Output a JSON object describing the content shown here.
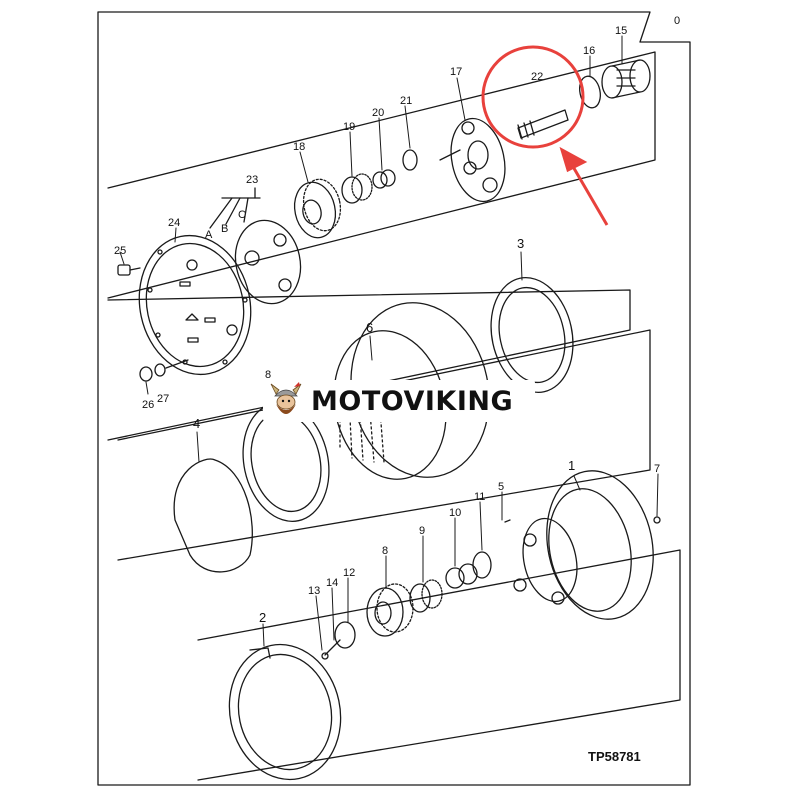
{
  "diagram": {
    "drawing_code": "TP58781",
    "corner_tab_label": "0",
    "part_labels": [
      "1",
      "2",
      "3",
      "4",
      "5",
      "6",
      "7",
      "8",
      "9",
      "10",
      "11",
      "12",
      "13",
      "14",
      "15",
      "16",
      "17",
      "18",
      "19",
      "20",
      "21",
      "22",
      "23",
      "24",
      "25",
      "26",
      "27"
    ],
    "sub_labels": [
      "A",
      "B",
      "C"
    ],
    "hidden_label_fragment": "8",
    "highlight": {
      "part": "22",
      "color": "#e8413c"
    }
  },
  "brand": {
    "name": "MOTOVIKING",
    "logo_icon": "viking-mascot-icon",
    "accent_color": "#d0332b"
  },
  "colors": {
    "line": "#1a1a1a",
    "background": "#ffffff",
    "highlight": "#e8413c"
  }
}
